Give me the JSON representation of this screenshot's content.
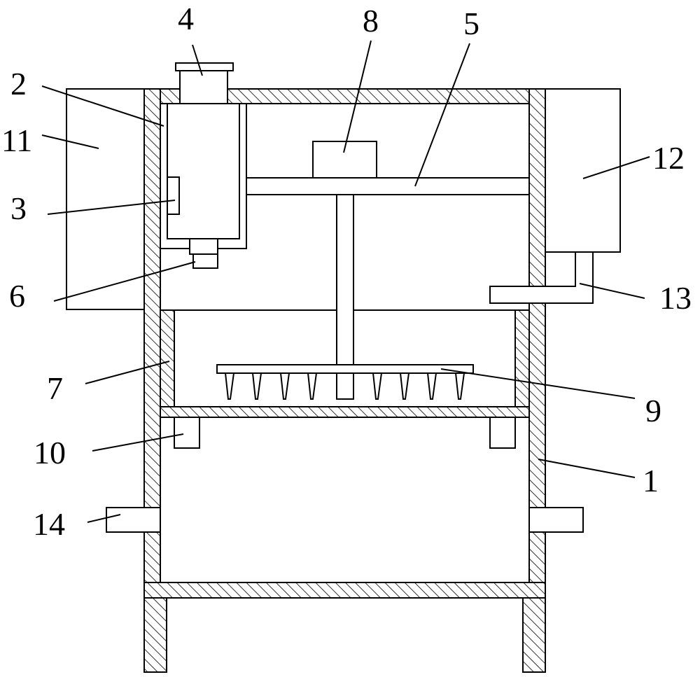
{
  "labels": {
    "l1": "1",
    "l2": "2",
    "l3": "3",
    "l4": "4",
    "l5": "5",
    "l6": "6",
    "l7": "7",
    "l8": "8",
    "l9": "9",
    "l10": "10",
    "l11": "11",
    "l12": "12",
    "l13": "13",
    "l14": "14"
  },
  "colors": {
    "stroke": "#000000",
    "background": "#ffffff"
  }
}
